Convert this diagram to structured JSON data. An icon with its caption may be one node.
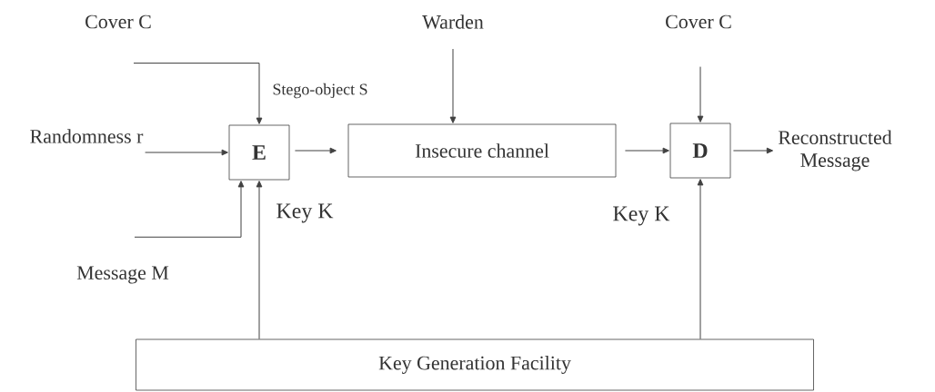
{
  "diagram": {
    "nodes": [
      {
        "text": [
          "Cover C"
        ]
      },
      {
        "text": [
          "Warden"
        ]
      },
      {
        "text": [
          "Cover C"
        ]
      },
      {
        "text": [
          "Randomness r"
        ]
      },
      {
        "text": [
          "E"
        ]
      },
      {
        "text": [
          "Insecure channel"
        ]
      },
      {
        "text": [
          "D"
        ]
      },
      {
        "text": [
          "Reconstructed Message"
        ]
      },
      {
        "text": [
          "Message M"
        ]
      },
      {
        "text": [
          "Key Generation Facility"
        ]
      }
    ],
    "edges": [
      {
        "from": 0,
        "to": 4,
        "arrow": "to"
      },
      {
        "from": 3,
        "to": 4,
        "arrow": "to"
      },
      {
        "from": 8,
        "to": 4,
        "arrow": "to"
      },
      {
        "from": 9,
        "to": 4,
        "arrow": "to",
        "label": "Key K"
      },
      {
        "from": 4,
        "to": 5,
        "arrow": "to"
      },
      {
        "from": 1,
        "to": 5,
        "arrow": "to"
      },
      {
        "from": 5,
        "to": 6,
        "arrow": "to"
      },
      {
        "from": 2,
        "to": 6,
        "arrow": "to"
      },
      {
        "from": 6,
        "to": 7,
        "arrow": "to"
      },
      {
        "from": 9,
        "to": 6,
        "arrow": "to",
        "label": "Key K"
      }
    ],
    "labels": [
      "Stego-object S"
    ]
  }
}
